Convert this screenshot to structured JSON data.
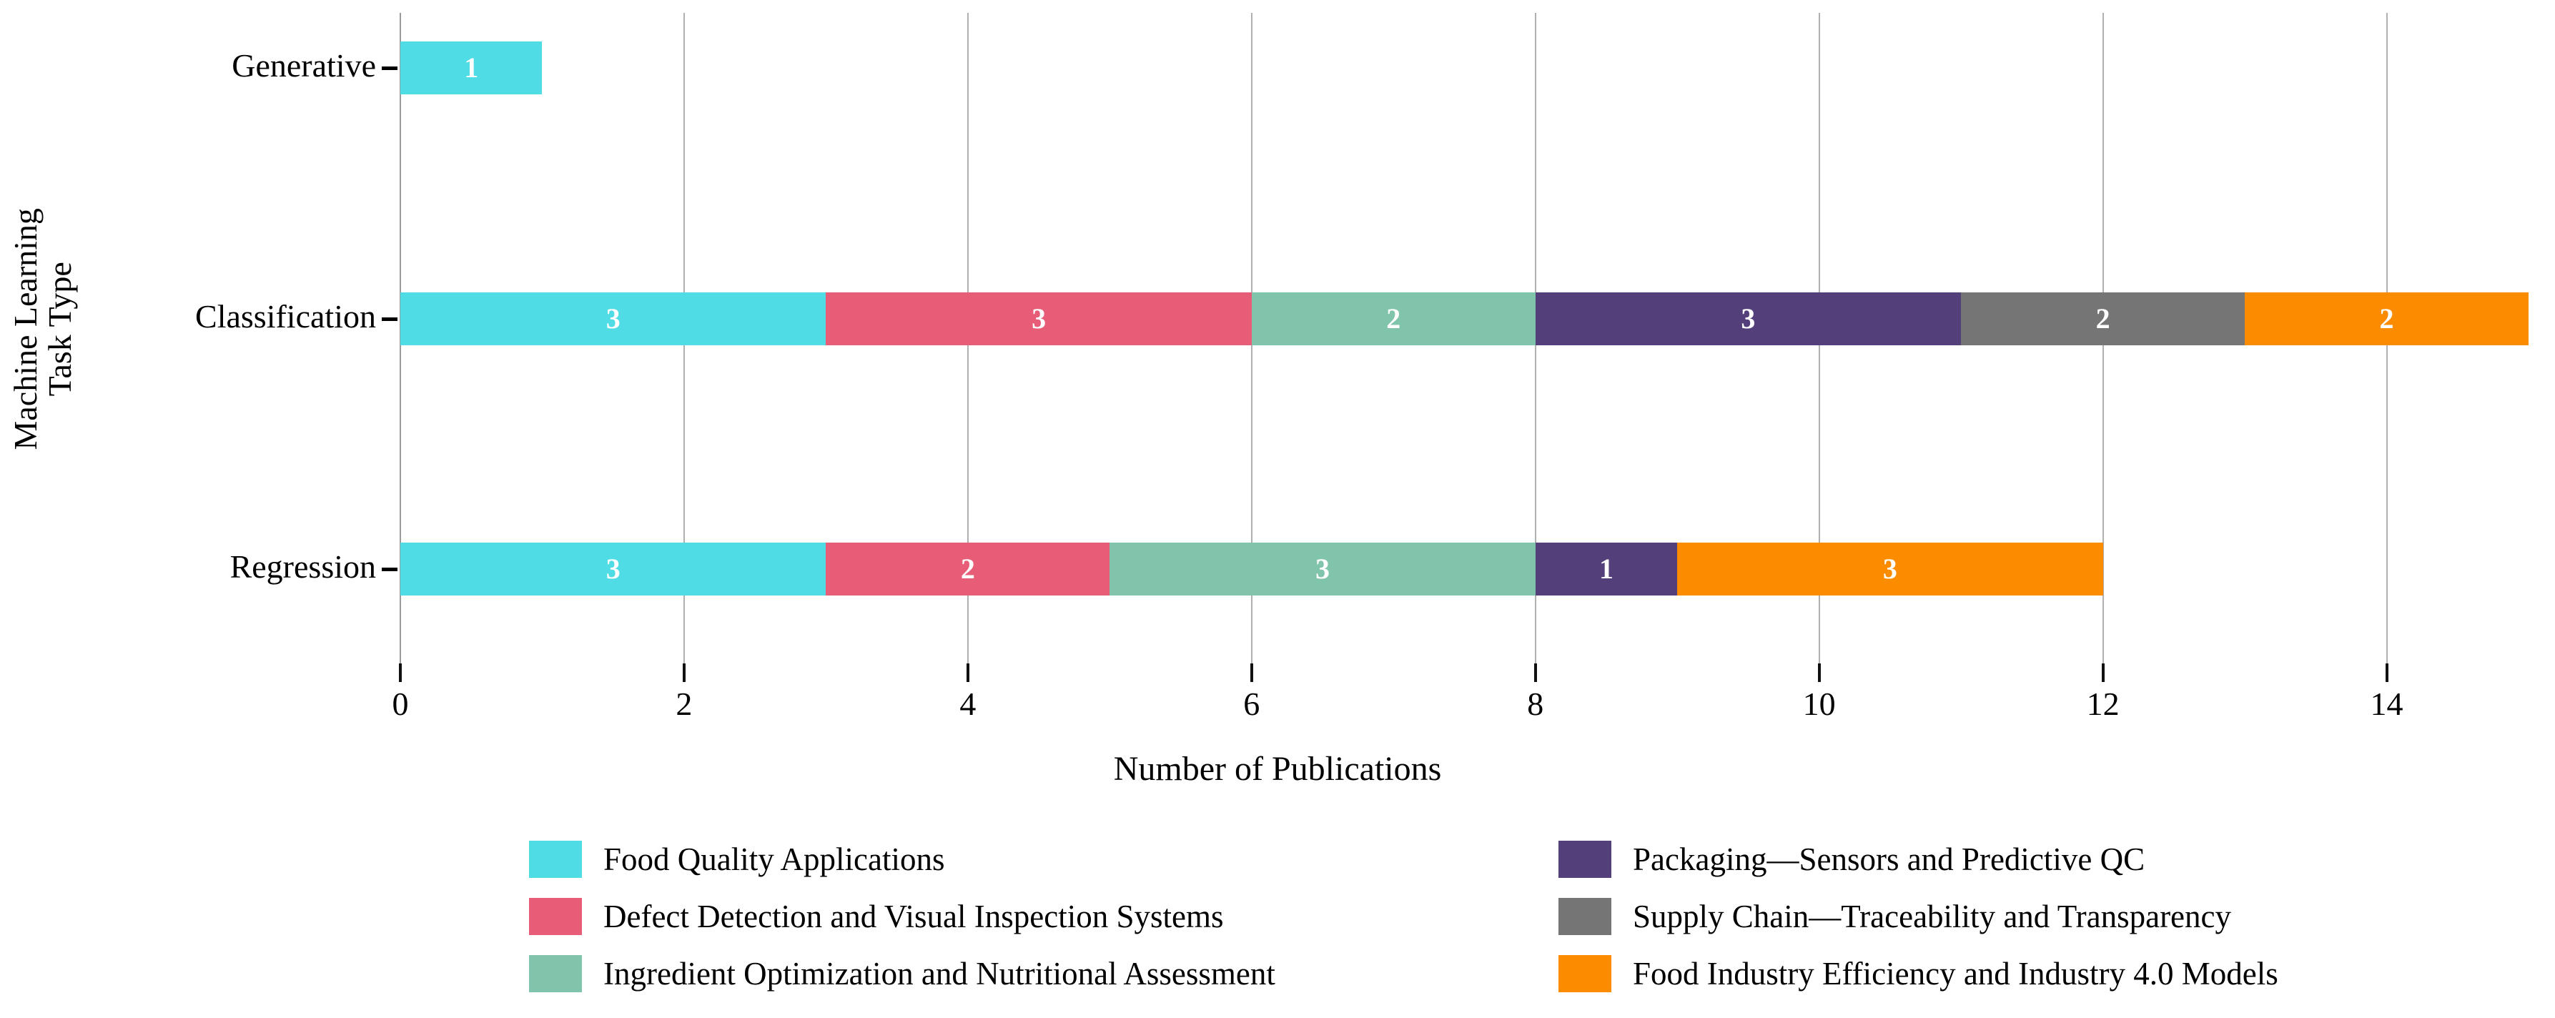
{
  "chart_data": {
    "type": "bar",
    "orientation": "horizontal",
    "stacked": true,
    "title": "",
    "xlabel": "Number of Publications",
    "ylabel": "Machine Learning\nTask Type",
    "ylabel_lines": [
      "Machine Learning",
      "Task Type"
    ],
    "categories": [
      "Generative",
      "Classification",
      "Regression"
    ],
    "xlim": [
      0,
      15
    ],
    "xticks": [
      0,
      2,
      4,
      6,
      8,
      10,
      12,
      14
    ],
    "xtick_labels": [
      "0",
      "2",
      "4",
      "6",
      "8",
      "10",
      "12",
      "14"
    ],
    "grid": "vertical",
    "legend_position": "bottom",
    "legend_columns": 2,
    "series": [
      {
        "name": "Food Quality Applications",
        "color": "#4FDCE5",
        "values": [
          1,
          3,
          3
        ]
      },
      {
        "name": "Defect Detection and Visual Inspection Systems",
        "color": "#E75C77",
        "values": [
          0,
          3,
          2
        ]
      },
      {
        "name": "Ingredient Optimization and Nutritional Assessment",
        "color": "#80C4AB",
        "values": [
          0,
          2,
          3
        ]
      },
      {
        "name": "Packaging—Sensors and Predictive QC",
        "color": "#53407B",
        "values": [
          0,
          3,
          1
        ]
      },
      {
        "name": "Supply Chain—Traceability and Transparency",
        "color": "#757575",
        "values": [
          0,
          2,
          0
        ]
      },
      {
        "name": "Food Industry Efficiency and Industry 4.0 Models",
        "color": "#FB8C00",
        "values": [
          0,
          2,
          3
        ]
      }
    ],
    "bar_value_labels": {
      "Generative": [
        "1"
      ],
      "Classification": [
        "3",
        "3",
        "2",
        "3",
        "2",
        "2"
      ],
      "Regression": [
        "3",
        "2",
        "3",
        "1",
        "3"
      ]
    },
    "totals": [
      1,
      15,
      12
    ],
    "colors": {
      "grid": "#b0b0b0",
      "axis_text": "#000000",
      "value_label": "#ffffff",
      "background": "#ffffff"
    }
  },
  "legend": {
    "left_column": [
      {
        "label": "Food Quality Applications",
        "color": "#4FDCE5"
      },
      {
        "label": "Defect Detection and Visual Inspection Systems",
        "color": "#E75C77"
      },
      {
        "label": "Ingredient Optimization and Nutritional Assessment",
        "color": "#80C4AB"
      }
    ],
    "right_column": [
      {
        "label": "Packaging—Sensors and Predictive QC",
        "color": "#53407B"
      },
      {
        "label": "Supply Chain—Traceability and Transparency",
        "color": "#757575"
      },
      {
        "label": "Food Industry Efficiency and Industry 4.0 Models",
        "color": "#FB8C00"
      }
    ]
  }
}
